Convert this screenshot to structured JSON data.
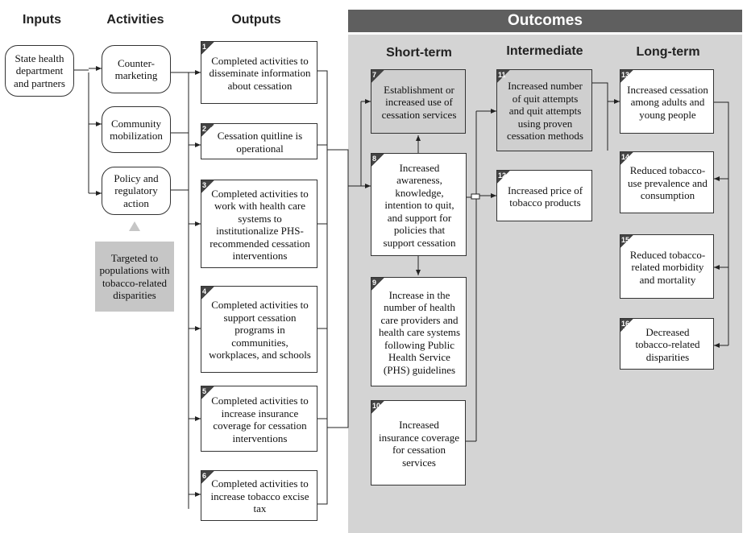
{
  "headers": {
    "inputs": "Inputs",
    "activities": "Activities",
    "outputs": "Outputs",
    "outcomes": "Outcomes",
    "short_term": "Short-term",
    "intermediate": "Intermediate",
    "long_term": "Long-term"
  },
  "input": "State health department and partners",
  "activities": [
    "Counter-marketing",
    "Community mobilization",
    "Policy and regulatory action"
  ],
  "target_note": "Targeted to populations with tobacco-related disparities",
  "outputs": [
    {
      "num": "1",
      "text": "Completed activities to disseminate information about cessation"
    },
    {
      "num": "2",
      "text": "Cessation quitline is operational"
    },
    {
      "num": "3",
      "text": "Completed activities to work with health care systems to institutionalize PHS-recommended cessation interventions"
    },
    {
      "num": "4",
      "text": "Completed activities to support cessation programs in communities, workplaces, and schools"
    },
    {
      "num": "5",
      "text": "Completed activities to increase insurance coverage for cessation interventions"
    },
    {
      "num": "6",
      "text": "Completed activities to increase tobacco excise tax"
    }
  ],
  "short_term": [
    {
      "num": "7",
      "text": "Establishment or increased use of cessation services"
    },
    {
      "num": "8",
      "text": "Increased awareness, knowledge, intention to quit, and support for policies that support cessation"
    },
    {
      "num": "9",
      "text": "Increase in the number of health care providers and health care systems following Public Health Service (PHS) guidelines"
    },
    {
      "num": "10",
      "text": "Increased insurance coverage for cessation services"
    }
  ],
  "intermediate": [
    {
      "num": "11",
      "text": "Increased number of quit attempts and quit attempts using proven cessation methods"
    },
    {
      "num": "12",
      "text": "Increased price of tobacco products"
    }
  ],
  "long_term": [
    {
      "num": "13",
      "text": "Increased cessation among adults and young people"
    },
    {
      "num": "14",
      "text": "Reduced tobacco-use prevalence and consumption"
    },
    {
      "num": "15",
      "text": "Reduced tobacco-related morbidity and mortality"
    },
    {
      "num": "16",
      "text": "Decreased tobacco-related disparities"
    }
  ],
  "colors": {
    "outcomes_header": "#5f5f5f",
    "outcomes_panel": "#d4d4d4",
    "shaded_box": "#cfcfcf",
    "target_note": "#c6c6c6"
  }
}
